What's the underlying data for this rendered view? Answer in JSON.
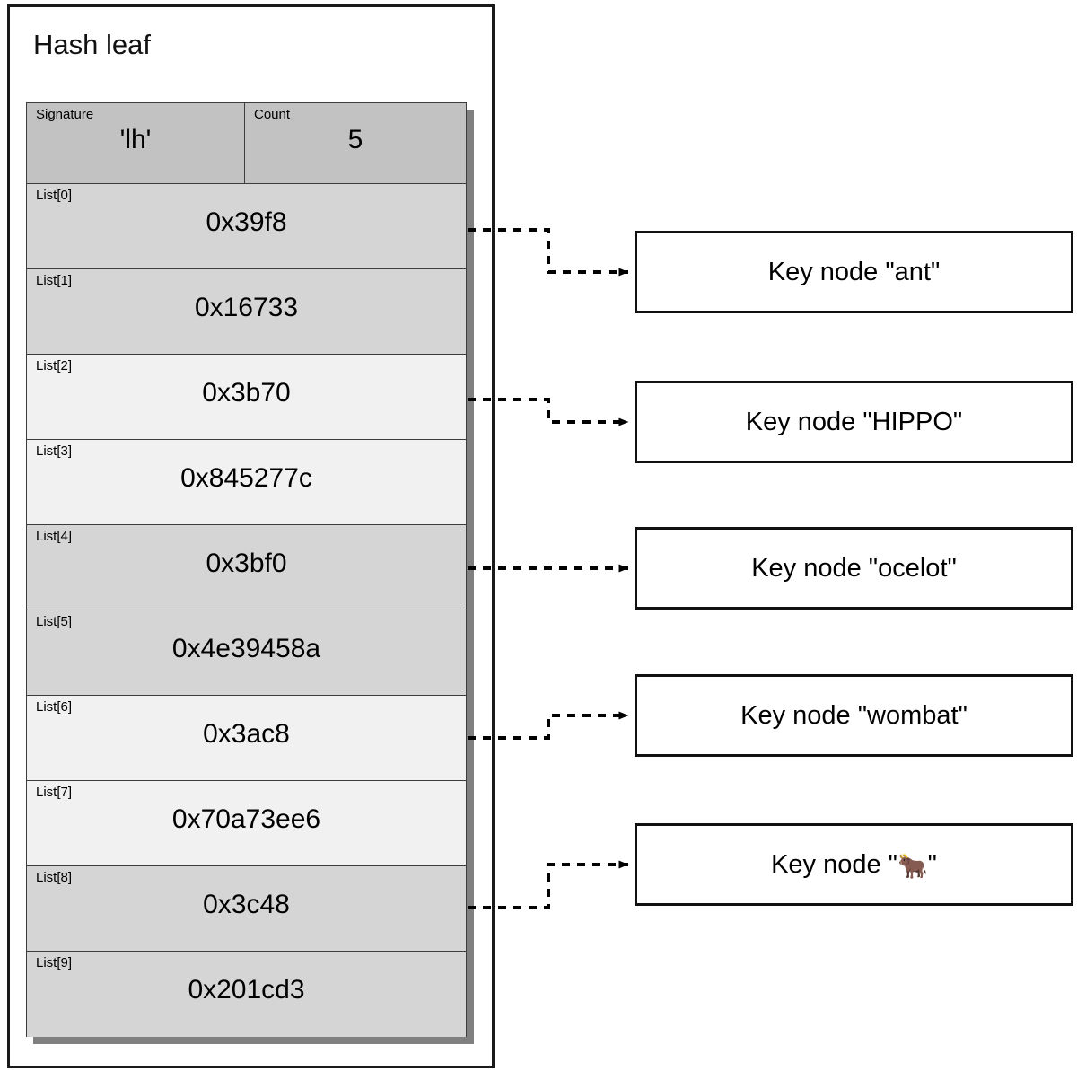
{
  "diagram": {
    "title": "Hash leaf",
    "type": "structure-pointer-diagram"
  },
  "struct": {
    "header": {
      "fields": [
        {
          "label": "Signature",
          "value": "'lh'"
        },
        {
          "label": "Count",
          "value": "5"
        }
      ]
    },
    "list": [
      {
        "label": "List[0]",
        "value": "0x39f8",
        "shade": "a",
        "has_pointer": true
      },
      {
        "label": "List[1]",
        "value": "0x16733",
        "shade": "a",
        "has_pointer": false
      },
      {
        "label": "List[2]",
        "value": "0x3b70",
        "shade": "b",
        "has_pointer": true
      },
      {
        "label": "List[3]",
        "value": "0x845277c",
        "shade": "b",
        "has_pointer": false
      },
      {
        "label": "List[4]",
        "value": "0x3bf0",
        "shade": "a",
        "has_pointer": true
      },
      {
        "label": "List[5]",
        "value": "0x4e39458a",
        "shade": "a",
        "has_pointer": false
      },
      {
        "label": "List[6]",
        "value": "0x3ac8",
        "shade": "b",
        "has_pointer": true
      },
      {
        "label": "List[7]",
        "value": "0x70a73ee6",
        "shade": "b",
        "has_pointer": false
      },
      {
        "label": "List[8]",
        "value": "0x3c48",
        "shade": "a",
        "has_pointer": true
      },
      {
        "label": "List[9]",
        "value": "0x201cd3",
        "shade": "a",
        "has_pointer": false
      }
    ]
  },
  "key_nodes": [
    {
      "prefix": "Key node \"",
      "key": "ant",
      "suffix": "\"",
      "glyph": false
    },
    {
      "prefix": "Key node \"",
      "key": "HIPPO",
      "suffix": "\"",
      "glyph": false
    },
    {
      "prefix": "Key node \"",
      "key": "ocelot",
      "suffix": "\"",
      "glyph": false
    },
    {
      "prefix": "Key node \"",
      "key": "wombat",
      "suffix": "\"",
      "glyph": false
    },
    {
      "prefix": "Key node \"",
      "key": "🐂",
      "suffix": "\"",
      "glyph": true,
      "glyph_name": "ox-emoji"
    }
  ],
  "edges": [
    {
      "from": "List[0]",
      "to": "Key node \"ant\"",
      "style": "dashed",
      "route": "right-down-right"
    },
    {
      "from": "List[2]",
      "to": "Key node \"HIPPO\"",
      "style": "dashed",
      "route": "right-down-right"
    },
    {
      "from": "List[4]",
      "to": "Key node \"ocelot\"",
      "style": "dashed",
      "route": "straight"
    },
    {
      "from": "List[6]",
      "to": "Key node \"wombat\"",
      "style": "dashed",
      "route": "right-up-right"
    },
    {
      "from": "List[8]",
      "to": "Key node \"🐂\"",
      "style": "dashed",
      "route": "right-up-right"
    }
  ],
  "colors": {
    "page_background": "#ffffff",
    "frame_border": "#1a1a1a",
    "table_border": "#3c3c3c",
    "header_fill": "#c2c2c2",
    "row_shade_a": "#d5d5d5",
    "row_shade_b": "#f1f1f1",
    "shadow": "#808080",
    "edge_stroke": "#000000"
  }
}
